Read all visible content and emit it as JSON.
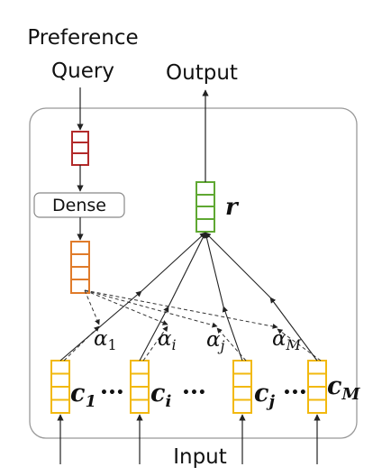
{
  "labels": {
    "preference": "Preference",
    "query": "Query",
    "output": "Output",
    "dense": "Dense",
    "input": "Input",
    "r": "r"
  },
  "alphas": [
    {
      "base": "α",
      "sub": "1"
    },
    {
      "base": "α",
      "sub": "i"
    },
    {
      "base": "α",
      "sub": "j"
    },
    {
      "base": "α",
      "sub": "M"
    }
  ],
  "contexts": [
    {
      "base": "c",
      "sub": "1",
      "dots": "•••"
    },
    {
      "base": "c",
      "sub": "i",
      "dots": "•••"
    },
    {
      "base": "c",
      "sub": "j",
      "dots": "•••"
    },
    {
      "base": "c",
      "sub": "M",
      "dots": ""
    }
  ],
  "colors": {
    "query_vector": "#b22a2a",
    "dense_output_vector": "#e07b2a",
    "result_vector": "#5fa832",
    "context_vectors": "#f2b90f",
    "frame": "#999999"
  }
}
